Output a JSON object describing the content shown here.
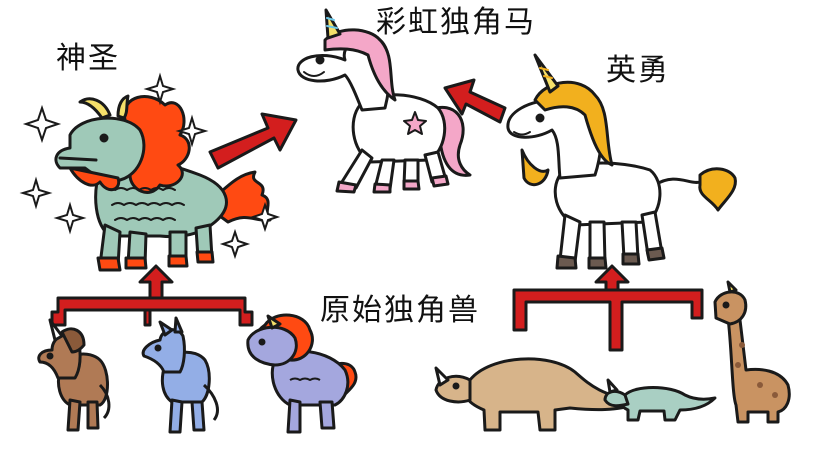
{
  "labels": {
    "rainbow_unicorn": "彩虹独角马",
    "divine": "神圣",
    "heroic": "英勇",
    "primitive_unicorn_beasts": "原始独角兽"
  },
  "colors": {
    "arrow": "#d31e1e",
    "outline": "#1a1a1a",
    "pink_mane": "#f4a7c8",
    "gold_mane": "#f2b01e",
    "dragon_fire": "#ff4a12",
    "dragon_body": "#9fc9b8",
    "brown_horse": "#b07a55",
    "blue_horse": "#93aee6",
    "purple_beast": "#a4a7de",
    "dino": "#d7b48a",
    "small_dino": "#a9cfc3",
    "giraffe": "#c99362"
  }
}
